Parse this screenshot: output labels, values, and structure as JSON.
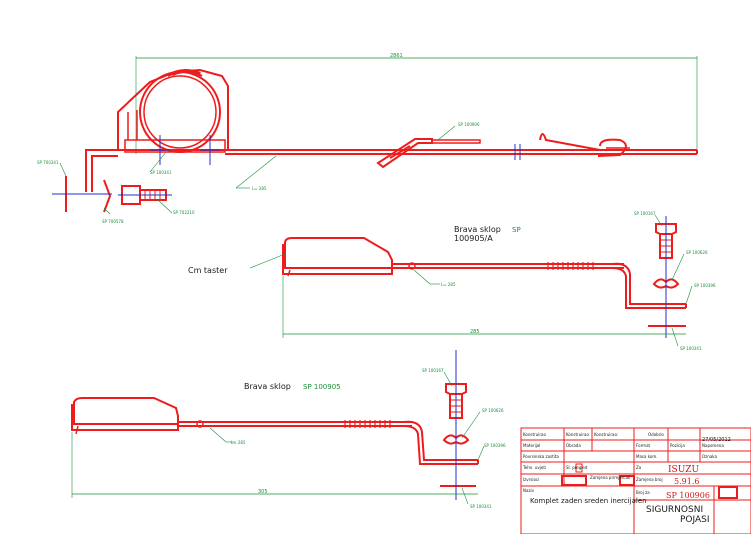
{
  "labels": {
    "top_dimension": "2861",
    "top_callout_left": "SP 700341",
    "top_callout_mount": "SP 100341",
    "top_callout_bracket": "SP 700578",
    "top_callout_bolt": "SP 702210",
    "top_callout_buckle": "SP 100906",
    "top_belt_note": "L= 285",
    "mid_title_line1": "Brava sklop",
    "mid_title_sp": "SP",
    "mid_title_line2": "100905/A",
    "mid_callout_bolt": "SP 100167",
    "mid_callout_nut": "SP 100626",
    "mid_callout_washer": "SP 100396",
    "mid_callout_plate": "SP 100341",
    "mid_label_cm": "Cm taster",
    "mid_belt_note": "L= 285",
    "mid_dimension": "285",
    "bot_title_line1": "Brava sklop",
    "bot_title_sp": "SP 100905",
    "bot_callout_bolt": "SP 100167",
    "bot_callout_nut": "SP 100626",
    "bot_callout_washer": "SP 100396",
    "bot_callout_plate": "SP 100341",
    "bot_belt_note": "L= 285",
    "bot_dimension": "305"
  },
  "title_block": {
    "row1": [
      "Konstruirao",
      "Konstruirao",
      "Konstruirao:",
      "Odobrio",
      "27/05/2012"
    ],
    "row2": [
      "Materijal",
      "Obrada",
      "Format",
      "Pozicija",
      "Napomena"
    ],
    "row3": [
      "Povrsinska zastita",
      "",
      "Masa kom.",
      "Oznaka"
    ],
    "row4": [
      "Tehn. uvjeti",
      "Sl. pregled",
      "Za",
      "ISUZU"
    ],
    "row5": [
      "Izvrsioci",
      "Zamjena primjercak",
      "Zamjena broj",
      "5.91.6"
    ],
    "name_label": "Naziv",
    "name_value": "Komplet zaden sreden inercijalen",
    "part_label": "Broj za",
    "part_number": "SP 100906",
    "final_title_1": "SIGURNOSNI",
    "final_title_2": "POJASI"
  }
}
